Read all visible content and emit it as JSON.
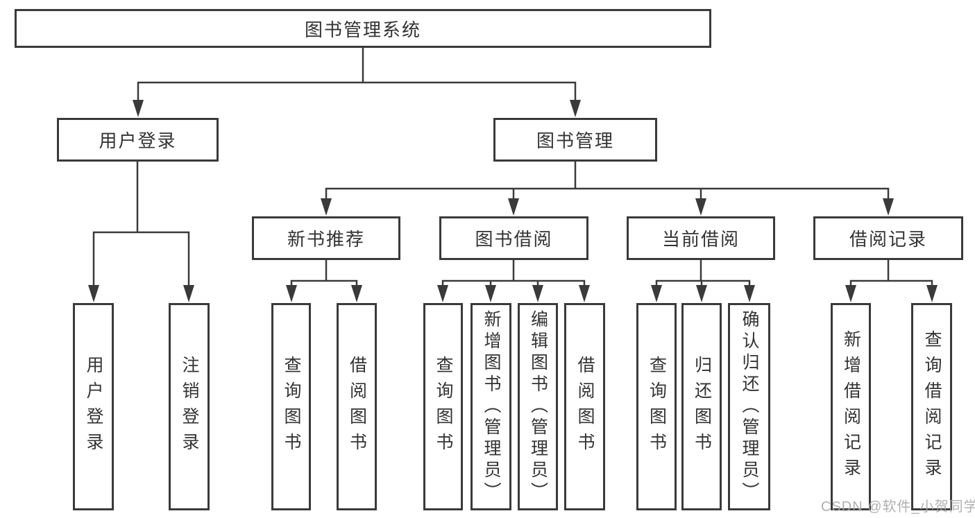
{
  "tree": {
    "root": {
      "label": "图书管理系统"
    },
    "branches": [
      {
        "label": "用户登录",
        "children": [
          {
            "label": "用户登录"
          },
          {
            "label": "注销登录"
          }
        ]
      },
      {
        "label": "图书管理",
        "children": [
          {
            "label": "新书推荐",
            "children": [
              {
                "label": "查询图书"
              },
              {
                "label": "借阅图书"
              }
            ]
          },
          {
            "label": "图书借阅",
            "children": [
              {
                "label": "查询图书"
              },
              {
                "label": "新增图书（管理员）"
              },
              {
                "label": "编辑图书（管理员）"
              },
              {
                "label": "借阅图书"
              }
            ]
          },
          {
            "label": "当前借阅",
            "children": [
              {
                "label": "查询图书"
              },
              {
                "label": "归还图书"
              },
              {
                "label": "确认归还（管理员）"
              }
            ]
          },
          {
            "label": "借阅记录",
            "children": [
              {
                "label": "新增借阅记录"
              },
              {
                "label": "查询借阅记录"
              }
            ]
          }
        ]
      }
    ]
  },
  "watermark": {
    "text": "CSDN @软件_小贺同学"
  },
  "colors": {
    "line": "#3a3a3a",
    "box_border": "#3a3a3a",
    "text": "#333333",
    "watermark": "#a8a8a8",
    "background": "#ffffff"
  }
}
